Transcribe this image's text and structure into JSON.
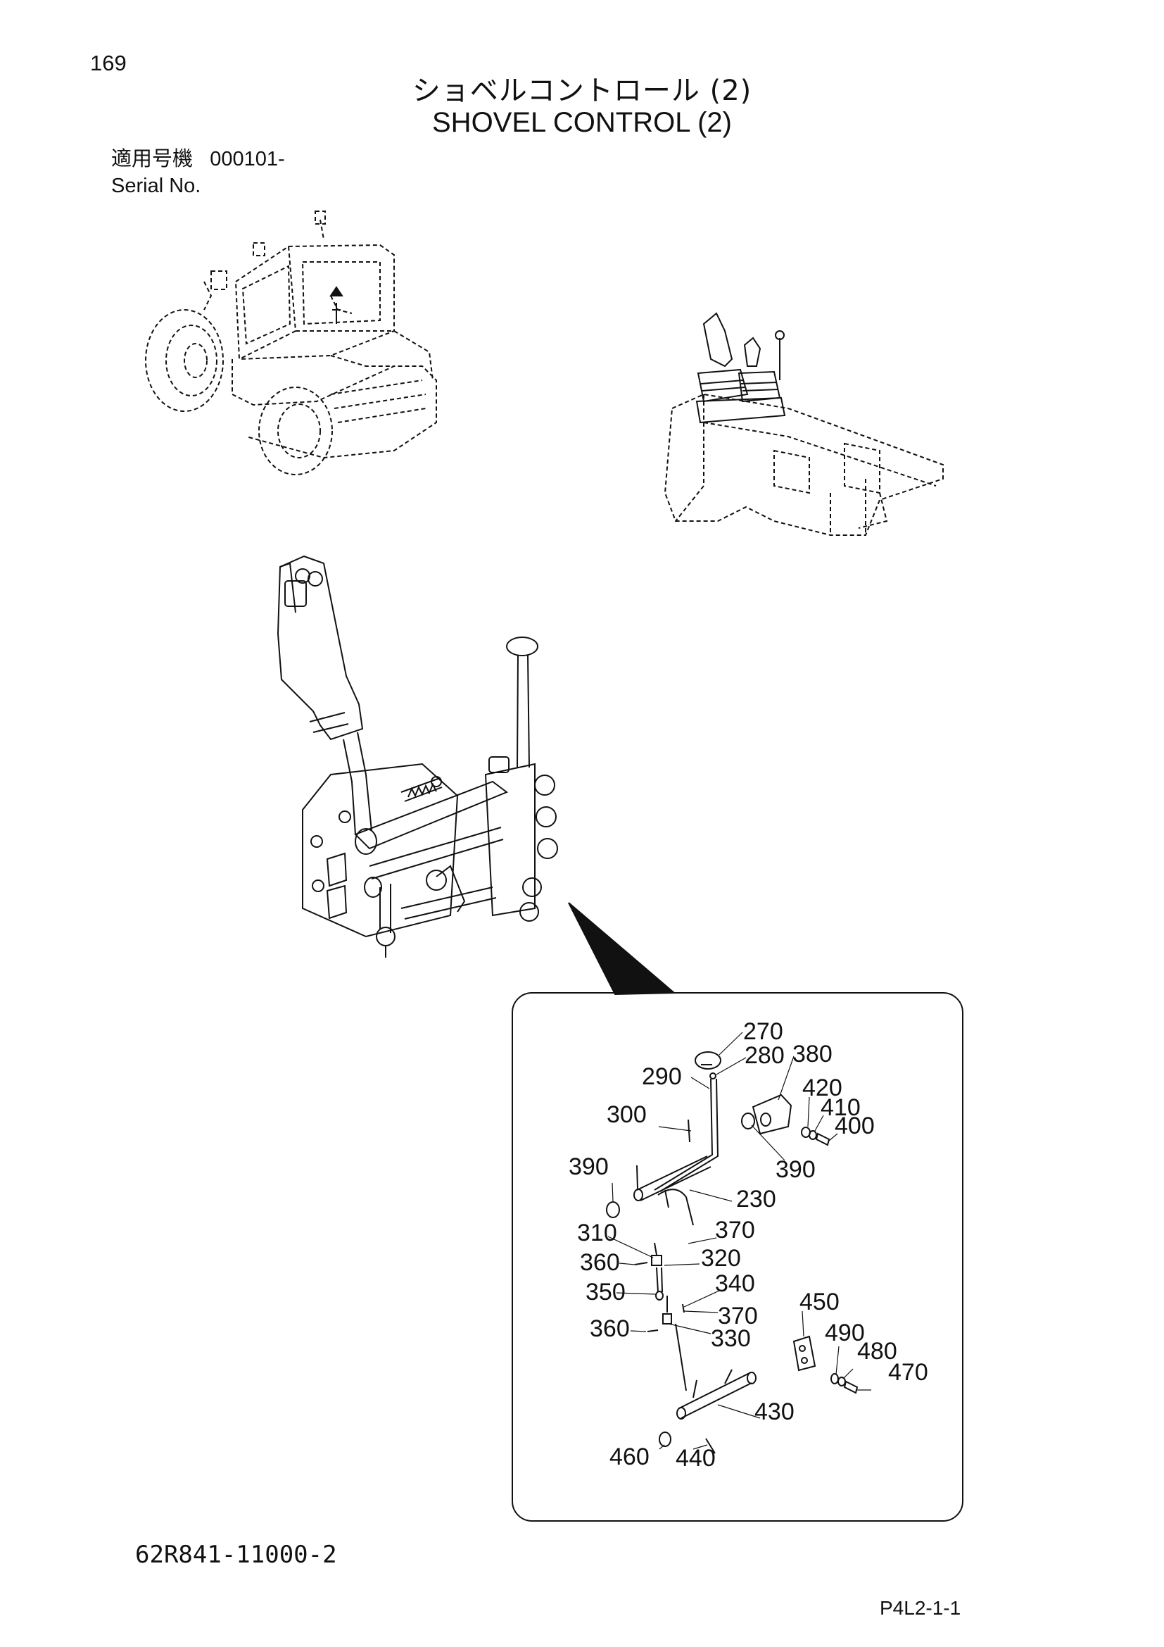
{
  "page": {
    "number": "169"
  },
  "title": {
    "japanese": "ショベルコントロール (2)",
    "english": "SHOVEL CONTROL (2)"
  },
  "serial": {
    "label_jp": "適用号機",
    "value": "000101-",
    "label_en": "Serial No."
  },
  "footer": {
    "document_code": "62R841-11000-2",
    "page_code": "P4L2-1-1"
  },
  "parts": {
    "p270": "270",
    "p280": "280",
    "p380": "380",
    "p290": "290",
    "p420": "420",
    "p410": "410",
    "p400": "400",
    "p300": "300",
    "p390a": "390",
    "p390b": "390",
    "p230": "230",
    "p310": "310",
    "p370a": "370",
    "p360a": "360",
    "p320": "320",
    "p340": "340",
    "p350": "350",
    "p450": "450",
    "p370b": "370",
    "p360b": "360",
    "p330": "330",
    "p490": "490",
    "p480": "480",
    "p470": "470",
    "p430": "430",
    "p460": "460",
    "p440": "440"
  }
}
